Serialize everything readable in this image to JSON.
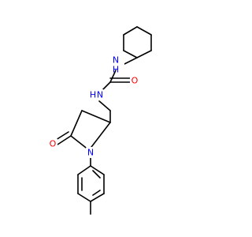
{
  "molecule": {
    "atoms": {
      "N_cyclohexyl": {
        "text": "N",
        "sub": "H",
        "color": "#0000ff"
      },
      "O_carbonyl_urea": {
        "text": "O",
        "color": "#ff0000"
      },
      "N_methylene": {
        "text": "N",
        "sub": "H",
        "color": "#0000ff"
      },
      "O_lactam": {
        "text": "O",
        "color": "#ff0000"
      },
      "N_ring": {
        "text": "N",
        "color": "#0000ff"
      }
    }
  }
}
